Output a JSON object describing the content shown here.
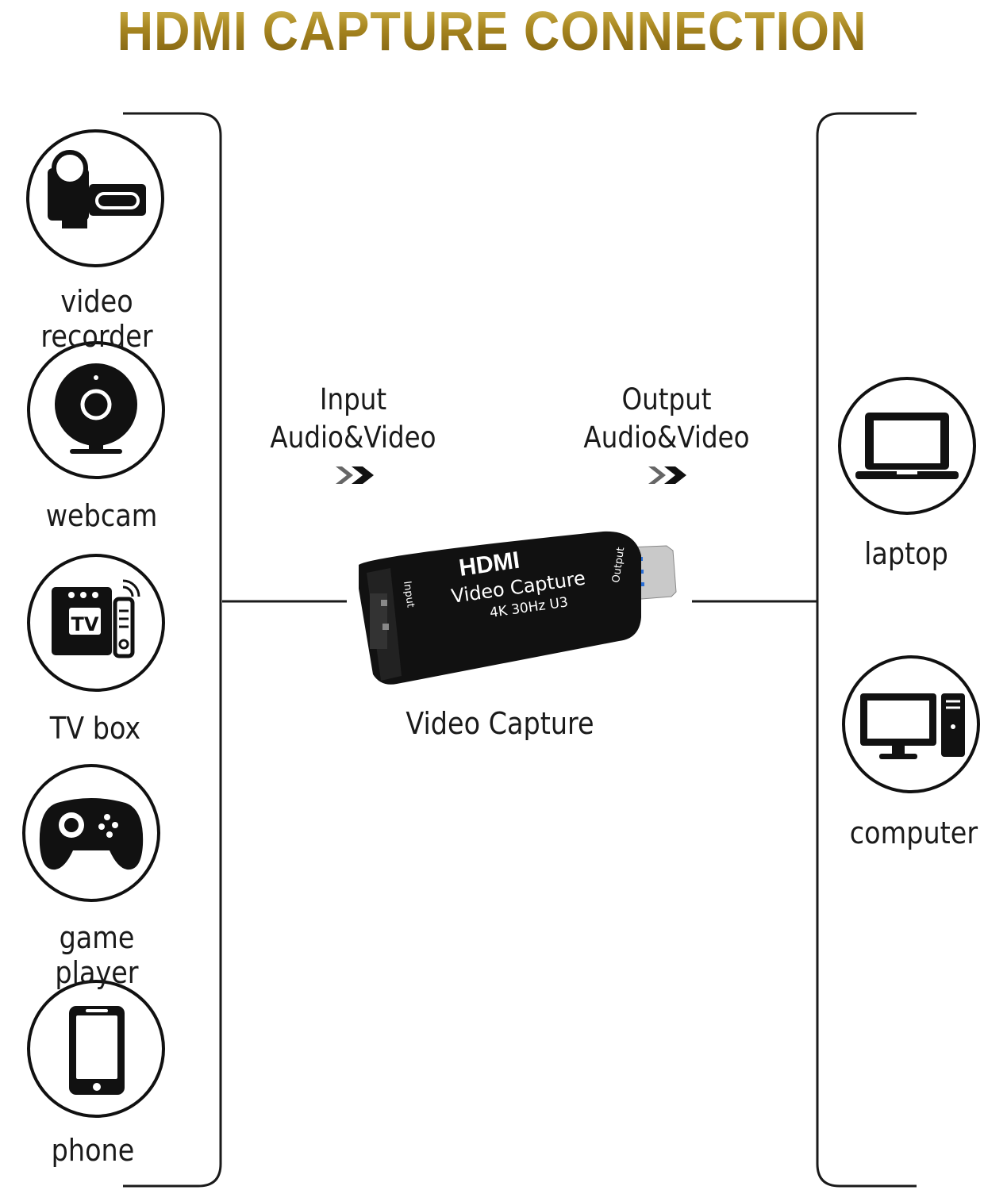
{
  "title": "HDMI CAPTURE CONNECTION GUIDE",
  "sources": [
    {
      "label": "video recorder",
      "icon": "video-recorder-icon"
    },
    {
      "label": "webcam",
      "icon": "webcam-icon"
    },
    {
      "label": "TV box",
      "icon": "tv-box-icon",
      "icon_text": "TV"
    },
    {
      "label": "game player",
      "icon": "gamepad-icon"
    },
    {
      "label": "phone",
      "icon": "phone-icon"
    }
  ],
  "input": {
    "line1": "Input",
    "line2": "Audio&Video"
  },
  "output": {
    "line1": "Output",
    "line2": "Audio&Video"
  },
  "device": {
    "caption": "Video Capture",
    "brand": "HDMI",
    "model": "Video Capture",
    "spec": "4K 30Hz U3",
    "port_in": "Input",
    "port_out": "Output"
  },
  "destinations": [
    {
      "label": "laptop",
      "icon": "laptop-icon"
    },
    {
      "label": "computer",
      "icon": "computer-icon"
    }
  ],
  "colors": {
    "title_gold": "#a88620",
    "line": "#1a1a1a",
    "device_body": "#111111",
    "usb_blue": "#2a6fd6"
  }
}
